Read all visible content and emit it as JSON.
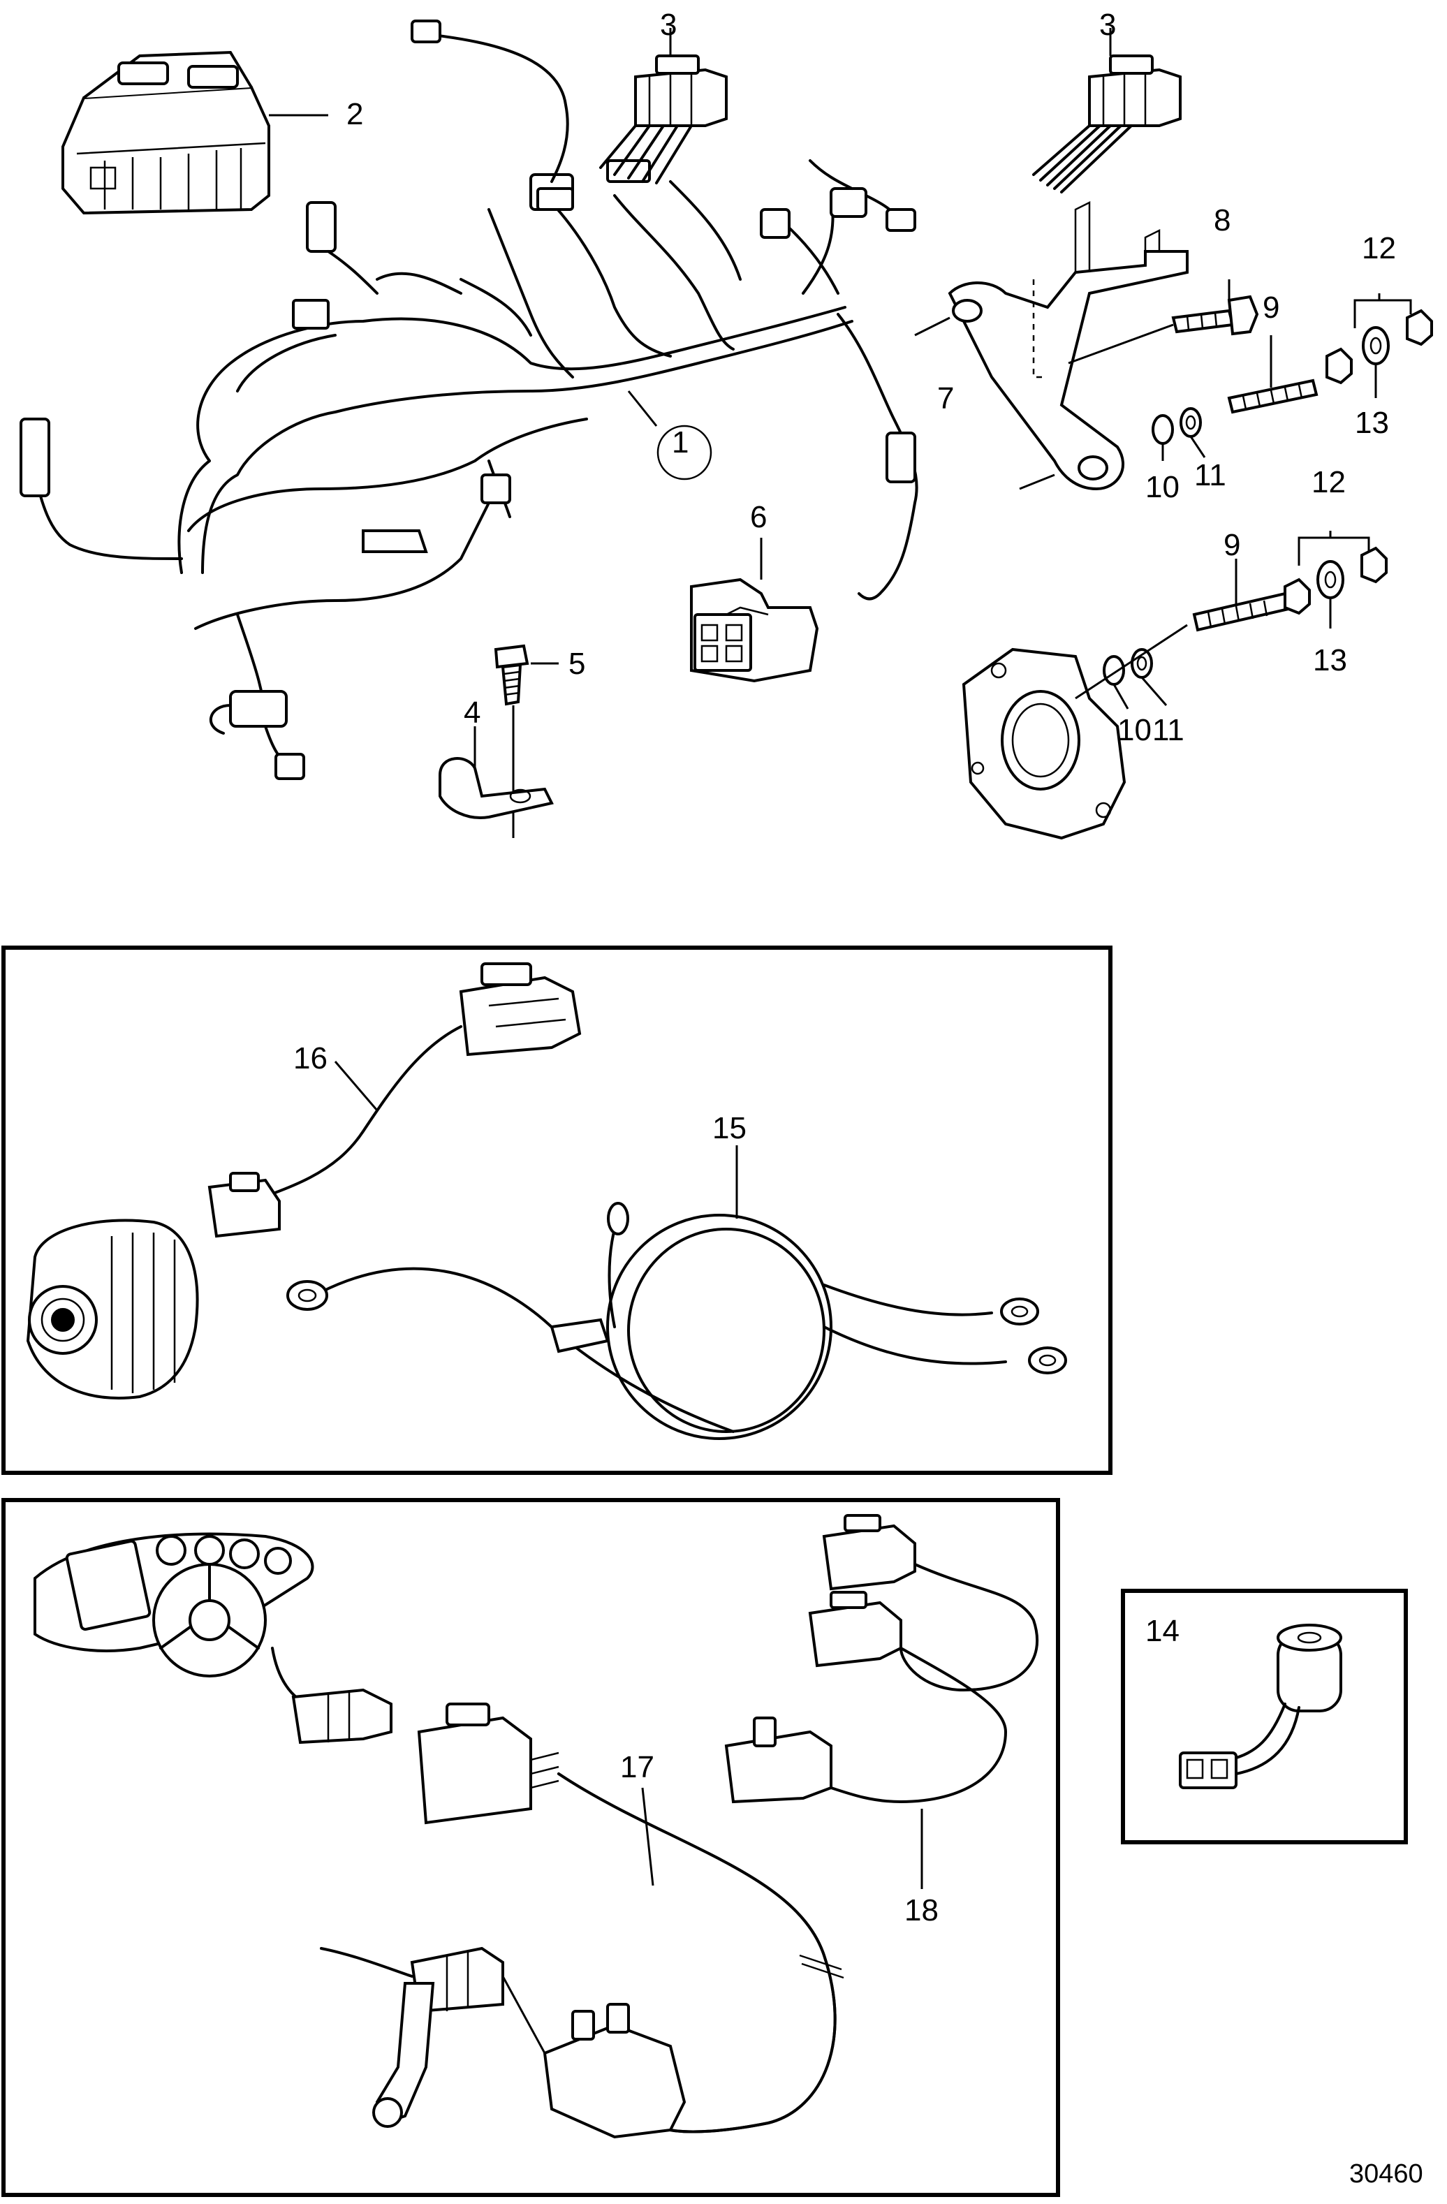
{
  "labels": {
    "l1": "1",
    "l2": "2",
    "l3a": "3",
    "l3b": "3",
    "l4": "4",
    "l5": "5",
    "l6": "6",
    "l7": "7",
    "l8": "8",
    "l9a": "9",
    "l9b": "9",
    "l10a": "10",
    "l10b": "10",
    "l11a": "11",
    "l11b": "11",
    "l12a": "12",
    "l12b": "12",
    "l13a": "13",
    "l13b": "13",
    "l14": "14",
    "l15": "15",
    "l16": "16",
    "l17": "17",
    "l18": "18"
  },
  "figure_ref": "30460"
}
